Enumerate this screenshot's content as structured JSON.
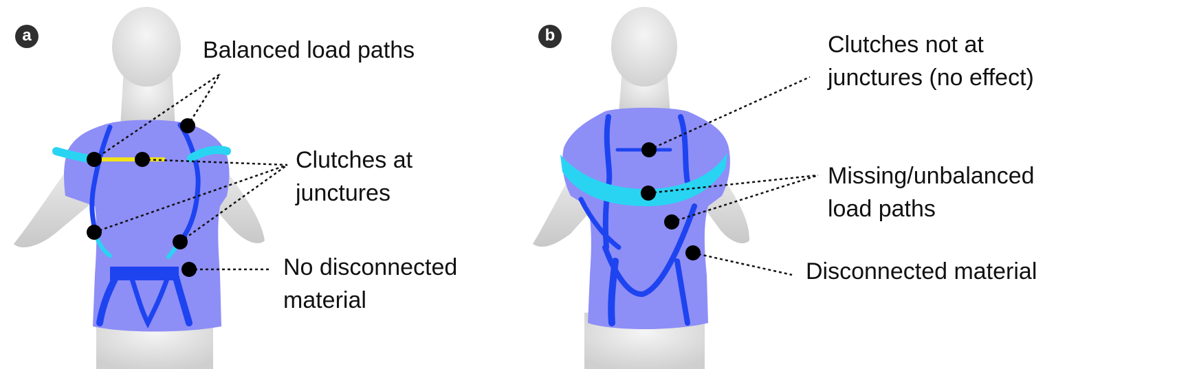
{
  "panels": [
    {
      "badge": "a",
      "labels": {
        "balanced": "Balanced load paths",
        "clutches_1": "Clutches at",
        "clutches_2": "junctures",
        "nodisc_1": "No disconnected",
        "nodisc_2": "material"
      }
    },
    {
      "badge": "b",
      "labels": {
        "notat_1": "Clutches not at",
        "notat_2": "junctures (no effect)",
        "missing_1": "Missing/unbalanced",
        "missing_2": "load paths",
        "disc": "Disconnected material"
      }
    }
  ],
  "colors": {
    "skin": "#e3e3e3",
    "shirt": "#8e8ef7",
    "strap": "#1e44f0",
    "high_load": "#29d4f2",
    "clutch_active": "#f2e21a",
    "marker": "#000000"
  }
}
